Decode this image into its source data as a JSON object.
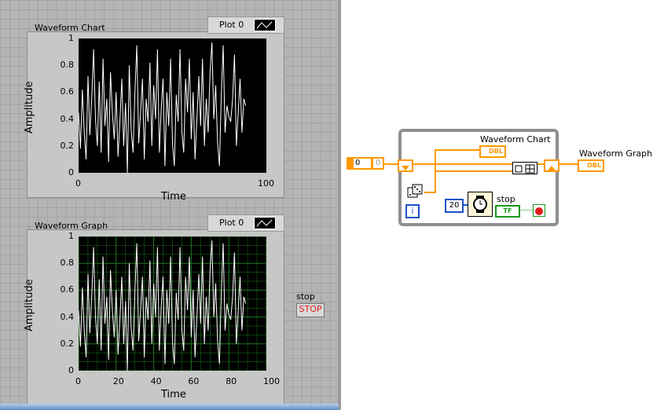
{
  "front_panel": {
    "chart": {
      "title": "Waveform Chart",
      "legend_label": "Plot 0",
      "ylabel": "Amplitude",
      "xlabel": "Time",
      "y_ticks": [
        "1",
        "0.8",
        "0.6",
        "0.4",
        "0.2",
        "0"
      ],
      "x_ticks": [
        "0",
        "100"
      ]
    },
    "graph": {
      "title": "Waveform Graph",
      "legend_label": "Plot 0",
      "ylabel": "Amplitude",
      "xlabel": "Time",
      "y_ticks": [
        "1",
        "0.8",
        "0.6",
        "0.4",
        "0.2",
        "0"
      ],
      "x_ticks": [
        "0",
        "20",
        "40",
        "60",
        "80",
        "100"
      ]
    },
    "stop": {
      "label": "stop",
      "button_text": "STOP"
    }
  },
  "block_diagram": {
    "constant_value": "0",
    "indicator_value": "0",
    "chart_terminal_label": "Waveform Chart",
    "chart_terminal_text": "DBL",
    "graph_terminal_label": "Waveform Graph",
    "graph_terminal_text": "DBL",
    "wait_value": "20",
    "stop_label": "stop",
    "bool_text": "TF",
    "iteration_text": "i"
  },
  "colors": {
    "panel_bg": "#b4b4b4",
    "plot_bg": "#000000",
    "graph_grid": "#1f7a1f",
    "trace": "#ffffff",
    "wire_orange": "#ff9900",
    "bool_green": "#1a9a1a",
    "stop_red": "#e01e1e"
  },
  "chart_data": [
    {
      "type": "line",
      "name": "waveform-chart",
      "xlim": [
        0,
        100
      ],
      "ylim": [
        0,
        1
      ],
      "grid": false,
      "legend": "top-right",
      "series": [
        {
          "name": "Plot 0",
          "x": [
            0,
            1,
            2,
            3,
            4,
            5,
            6,
            7,
            8,
            9,
            10,
            11,
            12,
            13,
            14,
            15,
            16,
            17,
            18,
            19,
            20,
            21,
            22,
            23,
            24,
            25,
            26,
            27,
            28,
            29,
            30,
            31,
            32,
            33,
            34,
            35,
            36,
            37,
            38,
            39,
            40,
            41,
            42,
            43,
            44,
            45,
            46,
            47,
            48,
            49,
            50,
            51,
            52,
            53,
            54,
            55,
            56,
            57,
            58,
            59,
            60,
            61,
            62,
            63,
            64,
            65,
            66,
            67,
            68,
            69,
            70,
            71,
            72,
            73,
            74,
            75,
            76,
            77,
            78,
            79,
            80,
            81,
            82,
            83,
            84,
            85,
            86,
            87,
            88,
            89
          ],
          "y": [
            0.45,
            0.18,
            0.62,
            0.3,
            0.1,
            0.72,
            0.28,
            0.55,
            0.92,
            0.4,
            0.2,
            0.68,
            0.15,
            0.85,
            0.35,
            0.55,
            0.08,
            0.75,
            0.45,
            0.25,
            0.6,
            0.12,
            0.38,
            0.7,
            0.2,
            0.52,
            0.0,
            0.8,
            0.32,
            0.15,
            0.6,
            0.95,
            0.22,
            0.45,
            0.7,
            0.1,
            0.55,
            0.38,
            0.82,
            0.2,
            0.65,
            0.4,
            0.92,
            0.15,
            0.48,
            0.7,
            0.05,
            0.6,
            0.35,
            0.85,
            0.22,
            0.05,
            0.58,
            0.38,
            0.92,
            0.3,
            0.15,
            0.7,
            0.45,
            0.85,
            0.25,
            0.6,
            0.1,
            0.4,
            0.72,
            0.35,
            0.85,
            0.2,
            0.55,
            0.3,
            0.75,
            0.97,
            0.4,
            0.65,
            0.22,
            0.05,
            0.58,
            0.95,
            0.3,
            0.5,
            0.42,
            0.38,
            0.55,
            0.88,
            0.2,
            0.45,
            0.7,
            0.3,
            0.55,
            0.5
          ]
        }
      ]
    },
    {
      "type": "line",
      "name": "waveform-graph",
      "xlim": [
        0,
        100
      ],
      "ylim": [
        0,
        1
      ],
      "grid": true,
      "legend": "top-right",
      "series": [
        {
          "name": "Plot 0",
          "x": [
            0,
            1,
            2,
            3,
            4,
            5,
            6,
            7,
            8,
            9,
            10,
            11,
            12,
            13,
            14,
            15,
            16,
            17,
            18,
            19,
            20,
            21,
            22,
            23,
            24,
            25,
            26,
            27,
            28,
            29,
            30,
            31,
            32,
            33,
            34,
            35,
            36,
            37,
            38,
            39,
            40,
            41,
            42,
            43,
            44,
            45,
            46,
            47,
            48,
            49,
            50,
            51,
            52,
            53,
            54,
            55,
            56,
            57,
            58,
            59,
            60,
            61,
            62,
            63,
            64,
            65,
            66,
            67,
            68,
            69,
            70,
            71,
            72,
            73,
            74,
            75,
            76,
            77,
            78,
            79,
            80,
            81,
            82,
            83,
            84,
            85,
            86,
            87,
            88,
            89
          ],
          "y": [
            0.45,
            0.18,
            0.62,
            0.3,
            0.1,
            0.72,
            0.28,
            0.55,
            0.92,
            0.4,
            0.2,
            0.68,
            0.15,
            0.85,
            0.35,
            0.55,
            0.08,
            0.75,
            0.45,
            0.25,
            0.6,
            0.12,
            0.38,
            0.7,
            0.2,
            0.52,
            0.0,
            0.8,
            0.32,
            0.15,
            0.6,
            0.95,
            0.22,
            0.45,
            0.7,
            0.1,
            0.55,
            0.38,
            0.82,
            0.2,
            0.65,
            0.4,
            0.92,
            0.15,
            0.48,
            0.7,
            0.05,
            0.6,
            0.35,
            0.85,
            0.22,
            0.05,
            0.58,
            0.38,
            0.92,
            0.3,
            0.15,
            0.7,
            0.45,
            0.85,
            0.25,
            0.6,
            0.1,
            0.4,
            0.72,
            0.35,
            0.85,
            0.2,
            0.55,
            0.3,
            0.75,
            0.97,
            0.4,
            0.65,
            0.22,
            0.05,
            0.58,
            0.95,
            0.3,
            0.5,
            0.42,
            0.38,
            0.55,
            0.88,
            0.2,
            0.45,
            0.7,
            0.3,
            0.55,
            0.5
          ]
        }
      ]
    }
  ]
}
